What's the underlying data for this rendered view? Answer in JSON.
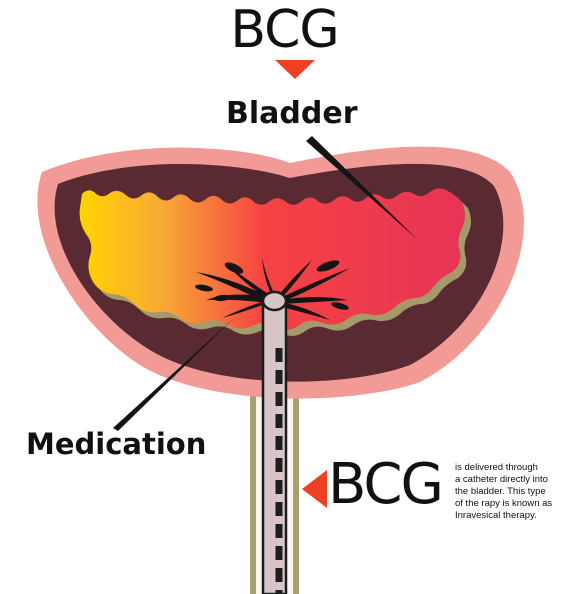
{
  "header": {
    "title": "BCG"
  },
  "labels": {
    "bladder": "Bladder",
    "medication": "Medication"
  },
  "callout": {
    "title": "BCG",
    "lines": [
      "is delivered through",
      "a catheter directly into",
      "the bladder. This type",
      "of the rapy is known as",
      "Inravesical therapy."
    ]
  },
  "colors": {
    "arrow": "#ef4122",
    "bladder_outer": "#f29b96",
    "bladder_wall": "#5a2a32",
    "lining_shadow": "#a49a6a",
    "gradient_start": "#ffd400",
    "gradient_mid": "#f64242",
    "gradient_end": "#e73457",
    "catheter_fill": "#d8c5c8",
    "catheter_outline": "#1d1d1d",
    "urethra_wall": "#a8a070"
  }
}
